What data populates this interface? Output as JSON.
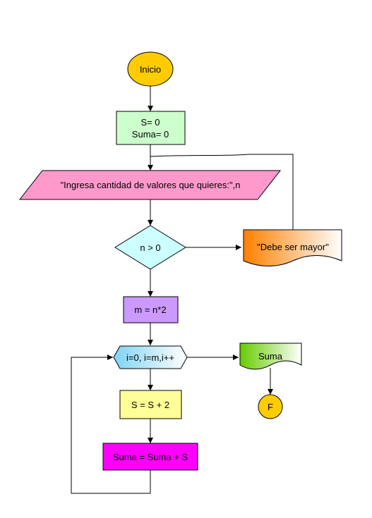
{
  "nodes": {
    "start": "Inicio",
    "init_line1": "S= 0",
    "init_line2": "Suma= 0",
    "input": "\"Ingresa cantidad de valores que quieres:\",n",
    "decision": "n > 0",
    "error_msg": "\"Debe ser mayor\"",
    "assign_m": "m = n*2",
    "loop": "i=0, i=m,i++",
    "step_s": "S = S + 2",
    "step_suma": "Suma = Suma + S",
    "output": "Suma",
    "end": "F"
  },
  "colors": {
    "start": "#ffcc00",
    "init": "#ccffcc",
    "input": "#ff99cc",
    "decision": "#ccffff",
    "error_doc_from": "#ff8000",
    "error_doc_to": "#ffffff",
    "assign_m": "#cc99ff",
    "loop_from": "#7fd3f4",
    "loop_to": "#ffffff",
    "step_s": "#ffff99",
    "step_suma": "#ff00ff",
    "output_from": "#66cc00",
    "output_to": "#ffffff",
    "end": "#ffcc00"
  }
}
